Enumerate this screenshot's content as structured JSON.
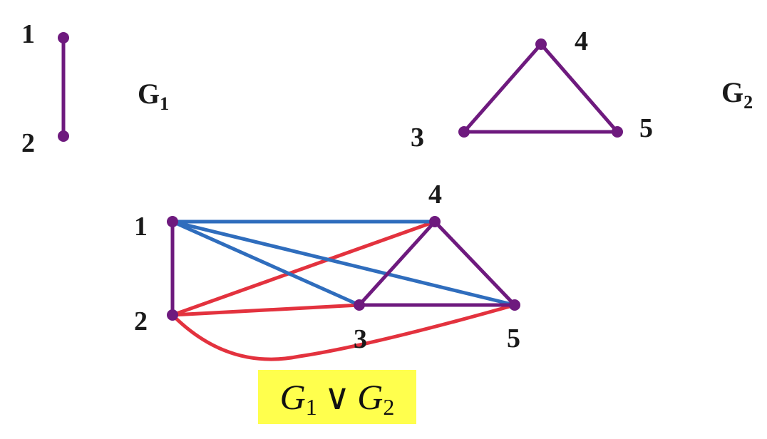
{
  "colors": {
    "purple": "#6e1a7e",
    "blue": "#2f6dbd",
    "red": "#e3323e",
    "highlight": "#ffff4d"
  },
  "graph_g1": {
    "name": "G",
    "subscript": "1",
    "vertices": [
      "1",
      "2"
    ]
  },
  "graph_g2": {
    "name": "G",
    "subscript": "2",
    "vertices": [
      "3",
      "4",
      "5"
    ]
  },
  "join_graph": {
    "vertices": [
      "1",
      "2",
      "3",
      "4",
      "5"
    ],
    "edges": [
      {
        "from": "1",
        "to": "2",
        "color": "purple"
      },
      {
        "from": "3",
        "to": "4",
        "color": "purple"
      },
      {
        "from": "4",
        "to": "5",
        "color": "purple"
      },
      {
        "from": "3",
        "to": "5",
        "color": "purple"
      },
      {
        "from": "1",
        "to": "4",
        "color": "blue"
      },
      {
        "from": "1",
        "to": "3",
        "color": "blue"
      },
      {
        "from": "1",
        "to": "5",
        "color": "blue"
      },
      {
        "from": "2",
        "to": "4",
        "color": "red"
      },
      {
        "from": "2",
        "to": "3",
        "color": "red"
      },
      {
        "from": "2",
        "to": "5",
        "color": "red"
      }
    ]
  },
  "formula": {
    "left": "G",
    "left_sub": "1",
    "operator": "∨",
    "right": "G",
    "right_sub": "2"
  }
}
